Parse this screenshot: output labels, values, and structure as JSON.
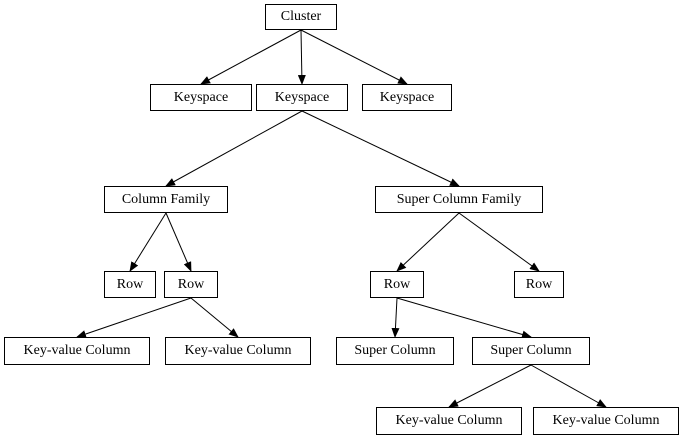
{
  "nodes": {
    "cluster": "Cluster",
    "keyspace_left": "Keyspace",
    "keyspace_center": "Keyspace",
    "keyspace_right": "Keyspace",
    "column_family": "Column Family",
    "super_column_family": "Super Column Family",
    "cf_row_left": "Row",
    "cf_row_right": "Row",
    "scf_row_left": "Row",
    "scf_row_right": "Row",
    "kv_column_1": "Key-value Column",
    "kv_column_2": "Key-value Column",
    "super_column_1": "Super Column",
    "super_column_2": "Super Column",
    "kv_column_3": "Key-value Column",
    "kv_column_4": "Key-value Column"
  },
  "edges": [
    {
      "from": "cluster",
      "to": "keyspace_left"
    },
    {
      "from": "cluster",
      "to": "keyspace_center"
    },
    {
      "from": "cluster",
      "to": "keyspace_right"
    },
    {
      "from": "keyspace_center",
      "to": "column_family"
    },
    {
      "from": "keyspace_center",
      "to": "super_column_family"
    },
    {
      "from": "column_family",
      "to": "cf_row_left"
    },
    {
      "from": "column_family",
      "to": "cf_row_right"
    },
    {
      "from": "super_column_family",
      "to": "scf_row_left"
    },
    {
      "from": "super_column_family",
      "to": "scf_row_right"
    },
    {
      "from": "cf_row_right",
      "to": "kv_column_1"
    },
    {
      "from": "cf_row_right",
      "to": "kv_column_2"
    },
    {
      "from": "scf_row_left",
      "to": "super_column_1"
    },
    {
      "from": "scf_row_left",
      "to": "super_column_2"
    },
    {
      "from": "super_column_2",
      "to": "kv_column_3"
    },
    {
      "from": "super_column_2",
      "to": "kv_column_4"
    }
  ]
}
